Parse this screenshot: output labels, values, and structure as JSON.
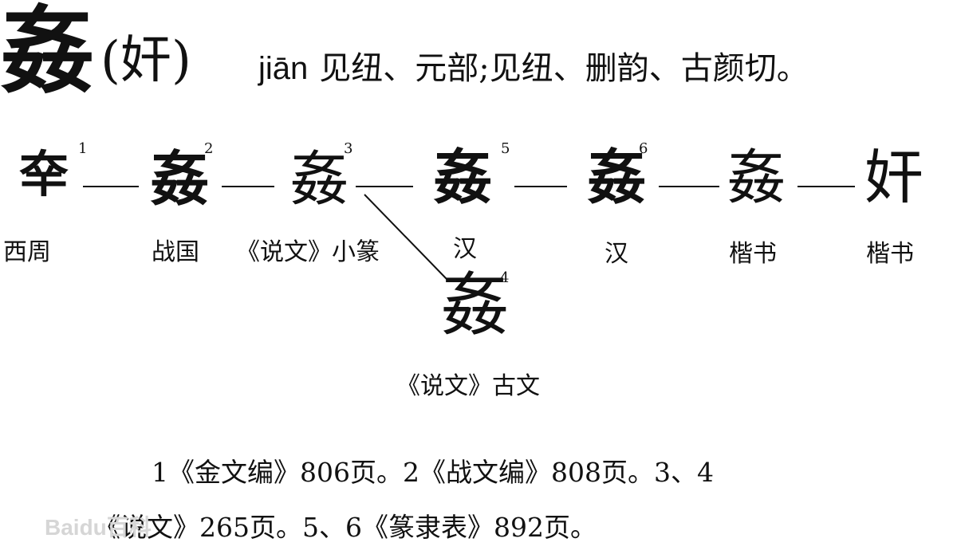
{
  "header": {
    "char": "姦",
    "variant": "(奸)",
    "pinyin": "jiān",
    "note": "见纽、元部;见纽、删韵、古颜切。"
  },
  "forms": [
    {
      "glyph": "㚔",
      "num": "1",
      "label": "西周"
    },
    {
      "glyph": "姦",
      "num": "2",
      "label": "战国"
    },
    {
      "glyph": "姦",
      "num": "3",
      "label": "《说文》小篆"
    },
    {
      "glyph": "姦",
      "num": "4",
      "label": "《说文》古文"
    },
    {
      "glyph": "姦",
      "num": "5",
      "label": "汉"
    },
    {
      "glyph": "姦",
      "num": "6",
      "label": "汉"
    },
    {
      "glyph": "姦",
      "num": "",
      "label": "楷书"
    },
    {
      "glyph": "奸",
      "num": "",
      "label": "楷书"
    }
  ],
  "footnotes": {
    "line1": "1《金文编》806页。2《战文编》808页。3、4",
    "line2": "《说文》265页。5、6《篆隶表》892页。"
  },
  "watermark": "Baidu百科"
}
